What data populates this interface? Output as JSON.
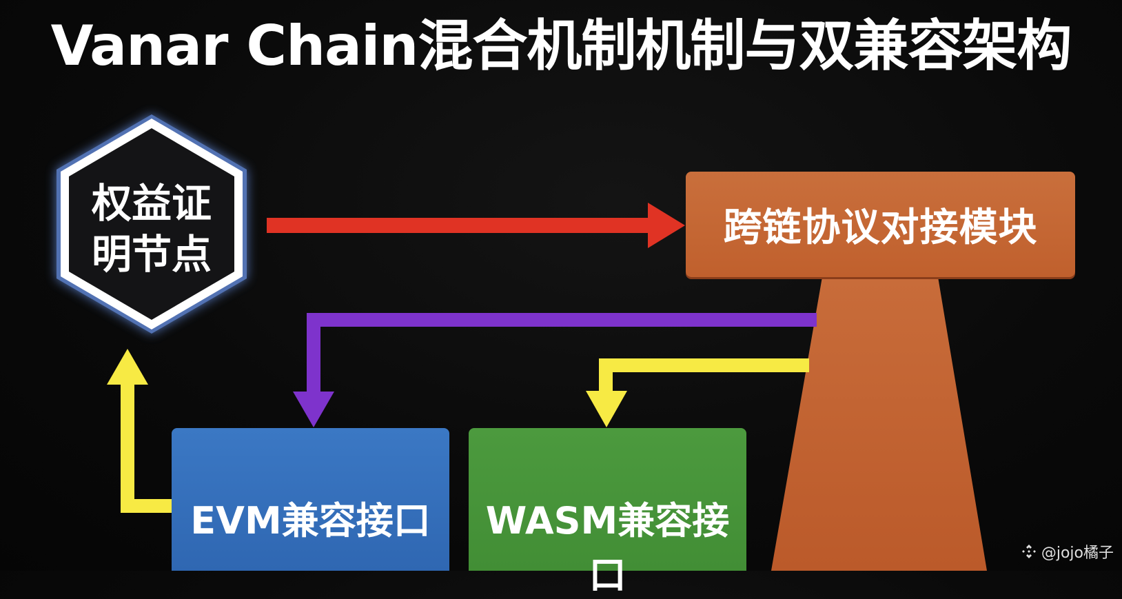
{
  "title": "Vanar Chain混合机制机制与双兼容架构",
  "nodes": {
    "pos_node": {
      "label_line1": "权益证",
      "label_line2": "明节点",
      "shape": "hexagon",
      "glow_color": "#ffffff",
      "border_color": "#5a7ec6"
    },
    "cross_chain": {
      "label": "跨链协议对接模块",
      "color": "#c6683a"
    },
    "evm": {
      "label": "EVM兼容接口",
      "color": "#3570bb"
    },
    "wasm": {
      "label": "WASM兼容接口",
      "color": "#46943a"
    }
  },
  "edges": [
    {
      "from": "pos_node",
      "to": "cross_chain",
      "color": "#e03324"
    },
    {
      "from": "cross_chain",
      "to": "evm",
      "color": "#7e33cc"
    },
    {
      "from": "cross_chain",
      "to": "wasm",
      "color": "#f7ea44"
    },
    {
      "from": "evm",
      "to": "pos_node",
      "color": "#f7ea44"
    }
  ],
  "watermark": {
    "icon": "binance-logo-icon",
    "text": "@jojo橘子"
  }
}
